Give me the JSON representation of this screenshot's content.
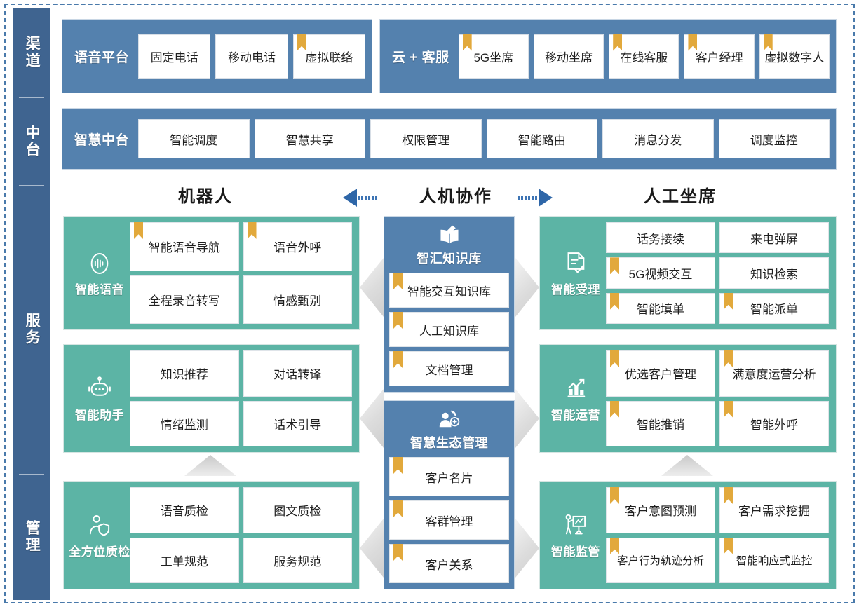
{
  "frame": {
    "accent_blue": "#4a7aab",
    "panel_blue": "#5481ae",
    "rail_blue": "#3f6490",
    "green": "#5cb4a5",
    "ribbon_gold": "#e2a93c"
  },
  "rail": {
    "segments": [
      {
        "label": "渠道"
      },
      {
        "label": "中台"
      },
      {
        "label": "服务"
      },
      {
        "label": "管理"
      }
    ]
  },
  "channel_row": {
    "voice_platform": {
      "title": "语音平台",
      "chips": [
        {
          "label": "固定电话",
          "ribbon": false
        },
        {
          "label": "移动电话",
          "ribbon": false
        },
        {
          "label": "虚拟联络",
          "ribbon": true
        }
      ]
    },
    "cloud_service": {
      "title": "云 + 客服",
      "chips": [
        {
          "label": "5G坐席",
          "ribbon": true
        },
        {
          "label": "移动坐席",
          "ribbon": false
        },
        {
          "label": "在线客服",
          "ribbon": true
        },
        {
          "label": "客户经理",
          "ribbon": true
        },
        {
          "label": "虚拟数字人",
          "ribbon": true
        }
      ]
    }
  },
  "midend_row": {
    "title": "智慧中台",
    "chips": [
      {
        "label": "智能调度",
        "ribbon": false
      },
      {
        "label": "智慧共享",
        "ribbon": false
      },
      {
        "label": "权限管理",
        "ribbon": false
      },
      {
        "label": "智能路由",
        "ribbon": false
      },
      {
        "label": "消息分发",
        "ribbon": false
      },
      {
        "label": "调度监控",
        "ribbon": false
      }
    ]
  },
  "collab_header": {
    "left": "机器人",
    "center": "人机协作",
    "right": "人工坐席"
  },
  "left_blocks": [
    {
      "name": "智能语音",
      "icon": "voice-wave-icon",
      "cells": [
        {
          "label": "智能语音导航",
          "ribbon": true
        },
        {
          "label": "语音外呼",
          "ribbon": true
        },
        {
          "label": "全程录音转写",
          "ribbon": false
        },
        {
          "label": "情感甄别",
          "ribbon": false
        }
      ]
    },
    {
      "name": "智能助手",
      "icon": "robot-icon",
      "cells": [
        {
          "label": "知识推荐",
          "ribbon": false
        },
        {
          "label": "对话转译",
          "ribbon": false
        },
        {
          "label": "情绪监测",
          "ribbon": false
        },
        {
          "label": "话术引导",
          "ribbon": false
        }
      ]
    },
    {
      "name": "全方位质检",
      "icon": "person-shield-icon",
      "cells": [
        {
          "label": "语音质检",
          "ribbon": false
        },
        {
          "label": "图文质检",
          "ribbon": false
        },
        {
          "label": "工单规范",
          "ribbon": false
        },
        {
          "label": "服务规范",
          "ribbon": false
        }
      ]
    }
  ],
  "center_blocks": [
    {
      "title": "智汇知识库",
      "icon": "open-book-pen-icon",
      "items": [
        {
          "label": "智能交互知识库",
          "ribbon": true
        },
        {
          "label": "人工知识库",
          "ribbon": true
        },
        {
          "label": "文档管理",
          "ribbon": true
        }
      ]
    },
    {
      "title": "智慧生态管理",
      "icon": "customer-network-icon",
      "items": [
        {
          "label": "客户名片",
          "ribbon": true
        },
        {
          "label": "客群管理",
          "ribbon": true
        },
        {
          "label": "客户关系",
          "ribbon": true
        }
      ]
    }
  ],
  "right_blocks": [
    {
      "name": "智能受理",
      "icon": "document-check-icon",
      "cells": [
        {
          "label": "话务接续",
          "ribbon": false
        },
        {
          "label": "来电弹屏",
          "ribbon": false
        },
        {
          "label": "5G视频交互",
          "ribbon": true
        },
        {
          "label": "知识检索",
          "ribbon": false
        },
        {
          "label": "智能填单",
          "ribbon": true
        },
        {
          "label": "智能派单",
          "ribbon": true
        }
      ]
    },
    {
      "name": "智能运营",
      "icon": "bar-chart-arrow-icon",
      "cells": [
        {
          "label": "优选客户管理",
          "ribbon": true
        },
        {
          "label": "满意度运营分析",
          "ribbon": true
        },
        {
          "label": "智能推销",
          "ribbon": true
        },
        {
          "label": "智能外呼",
          "ribbon": true
        }
      ]
    },
    {
      "name": "智能监管",
      "icon": "presenter-board-icon",
      "cells": [
        {
          "label": "客户意图预测",
          "ribbon": true
        },
        {
          "label": "客户需求挖掘",
          "ribbon": true
        },
        {
          "label": "客户行为轨迹分析",
          "ribbon": true
        },
        {
          "label": "智能响应式监控",
          "ribbon": true
        }
      ]
    }
  ]
}
